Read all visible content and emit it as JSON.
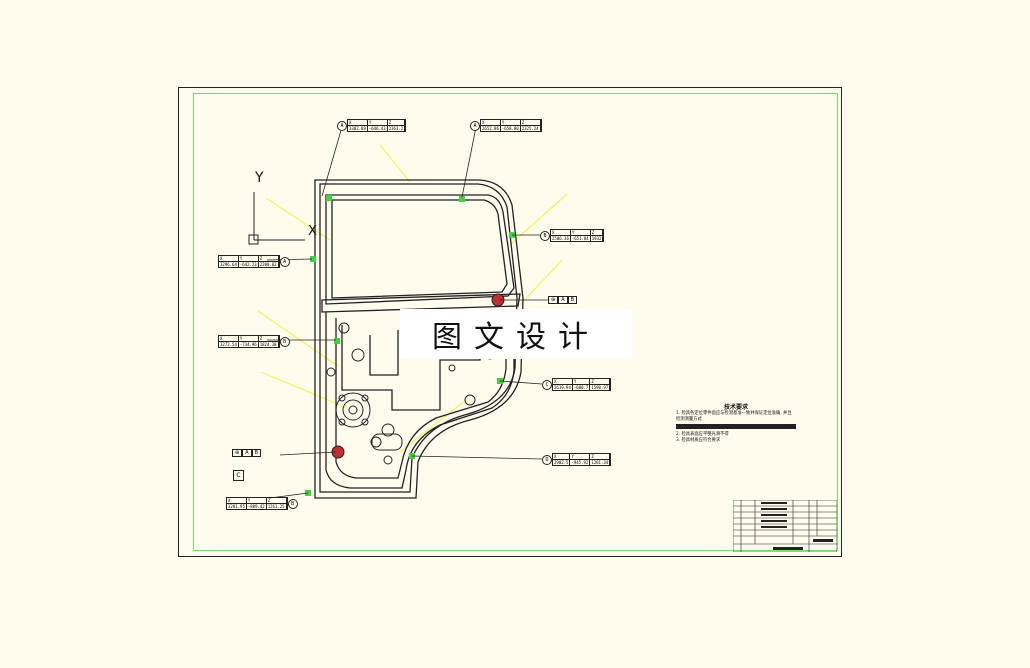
{
  "watermark": "图文设计",
  "axes": {
    "y_label": "Y",
    "x_label": "X"
  },
  "labels": [
    {
      "id": "top-left",
      "marker": "A",
      "headers": [
        "X",
        "Y",
        "Z"
      ],
      "values": [
        "3382.09",
        "-646.43",
        "2363.2"
      ]
    },
    {
      "id": "top-right",
      "marker": "A",
      "headers": [
        "X",
        "Y",
        "Z"
      ],
      "values": [
        "2652.86",
        "-658.00",
        "2325.24"
      ]
    },
    {
      "id": "right-upper",
      "marker": "B",
      "headers": [
        "X",
        "Y",
        "Z"
      ],
      "values": [
        "2586.36",
        "-651.84",
        "1932"
      ]
    },
    {
      "id": "left-upper",
      "marker": "A",
      "headers": [
        "X",
        "Y",
        "Z"
      ],
      "values": [
        "3296.64",
        "-642.23",
        "2200.02"
      ]
    },
    {
      "id": "left-mid",
      "marker": "B",
      "headers": [
        "X",
        "Y",
        "Z"
      ],
      "values": [
        "3272.54",
        "-734.96",
        "1824.38"
      ]
    },
    {
      "id": "right-mid",
      "marker": "C",
      "headers": [
        "X",
        "Y",
        "Z"
      ],
      "values": [
        "2619.94",
        "-680.7",
        "1590.97"
      ]
    },
    {
      "id": "right-lower",
      "marker": "D",
      "headers": [
        "X",
        "Y",
        "Z"
      ],
      "values": [
        "2902.5",
        "-945.92",
        "1281.34"
      ]
    },
    {
      "id": "bottom-left",
      "marker": "B",
      "headers": [
        "X",
        "Y",
        "Z"
      ],
      "values": [
        "3281.95",
        "-889.42",
        "1261.25"
      ]
    }
  ],
  "datum_refs": {
    "upper": [
      "A",
      "B"
    ],
    "lower": [
      "A",
      "B"
    ],
    "lower_box": "C"
  },
  "technical": {
    "title": "技术要求",
    "lines": [
      "1. 检具各定位零件面应与检测基准一致并保证定位准确, 并且",
      "   检测测量方式",
      "2. 检具表面应平整光滑不得",
      "3. 检具材质应符合要求"
    ]
  }
}
